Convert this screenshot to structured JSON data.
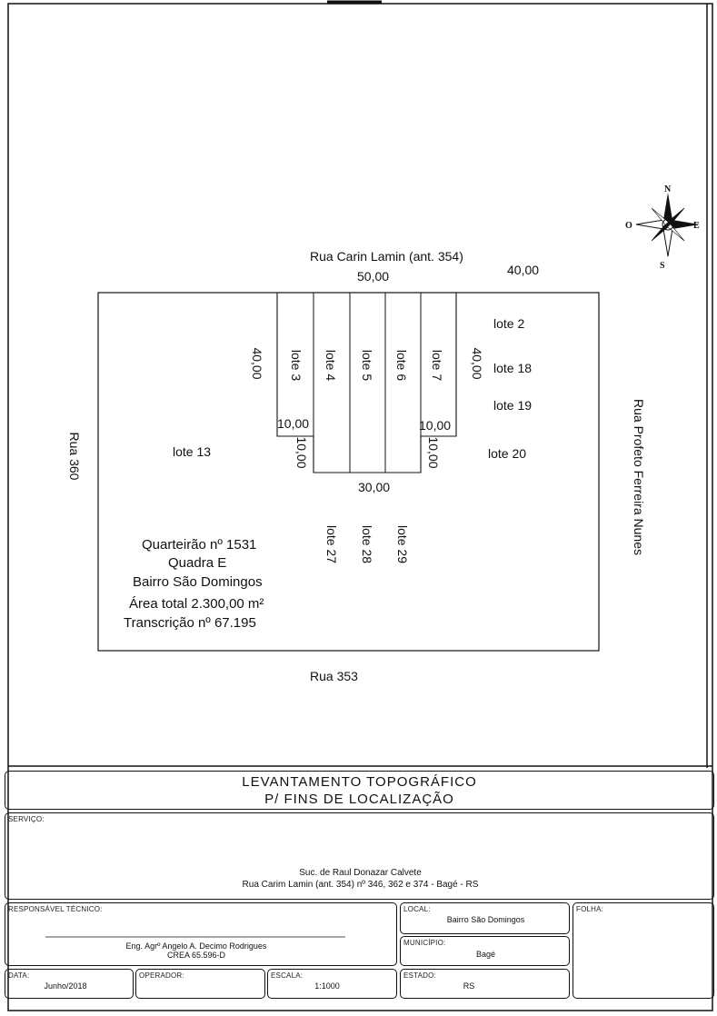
{
  "streets": {
    "north": "Rua Carin Lamin (ant. 354)",
    "south": "Rua 353",
    "west": "Rua 360",
    "east": "Rua Profeto Ferreira Nunes"
  },
  "dimensions": {
    "north_width": "50,00",
    "north_east_width": "40,00",
    "left_depth": "40,00",
    "right_depth": "40,00",
    "left_step": "10,00",
    "right_step": "10,00",
    "left_step_depth": "10,00",
    "right_step_depth": "10,00",
    "bottom_width": "30,00"
  },
  "lots": {
    "lote2": "lote 2",
    "lote3": "lote 3",
    "lote4": "lote 4",
    "lote5": "lote 5",
    "lote6": "lote 6",
    "lote7": "lote 7",
    "lote13": "lote 13",
    "lote18": "lote 18",
    "lote19": "lote 19",
    "lote20": "lote 20",
    "lote27": "lote 27",
    "lote28": "lote 28",
    "lote29": "lote 29"
  },
  "info": {
    "quarteirao": "Quarteirão nº 1531",
    "quadra": "Quadra E",
    "bairro": "Bairro São Domingos",
    "area": "Área total 2.300,00 m²",
    "transcricao": "Transcrição nº 67.195"
  },
  "compass": {
    "n": "N",
    "s": "S",
    "e": "E",
    "w": "O"
  },
  "title_block": {
    "title_line1": "LEVANTAMENTO TOPOGRÁFICO",
    "title_line2": "P/ FINS DE LOCALIZAÇÃO",
    "servico_label": "SERVIÇO:",
    "servico_line1": "Suc. de Raul Donazar Calvete",
    "servico_line2": "Rua Carim Lamin (ant. 354) nº 346, 362 e 374 - Bagé - RS",
    "resp_label": "RESPONSÁVEL TÉCNICO:",
    "resp_name": "Eng. Agrº Angelo A. Decimo Rodrigues",
    "resp_crea": "CREA 65.596-D",
    "local_label": "LOCAL:",
    "local_value": "Bairro São Domingos",
    "municipio_label": "MUNICÍPIO:",
    "municipio_value": "Bagé",
    "folha_label": "FOLHA:",
    "data_label": "DATA:",
    "data_value": "Junho/2018",
    "operador_label": "OPERADOR:",
    "escala_label": "ESCALA:",
    "escala_value": "1:1000",
    "estado_label": "ESTADO:",
    "estado_value": "RS"
  }
}
